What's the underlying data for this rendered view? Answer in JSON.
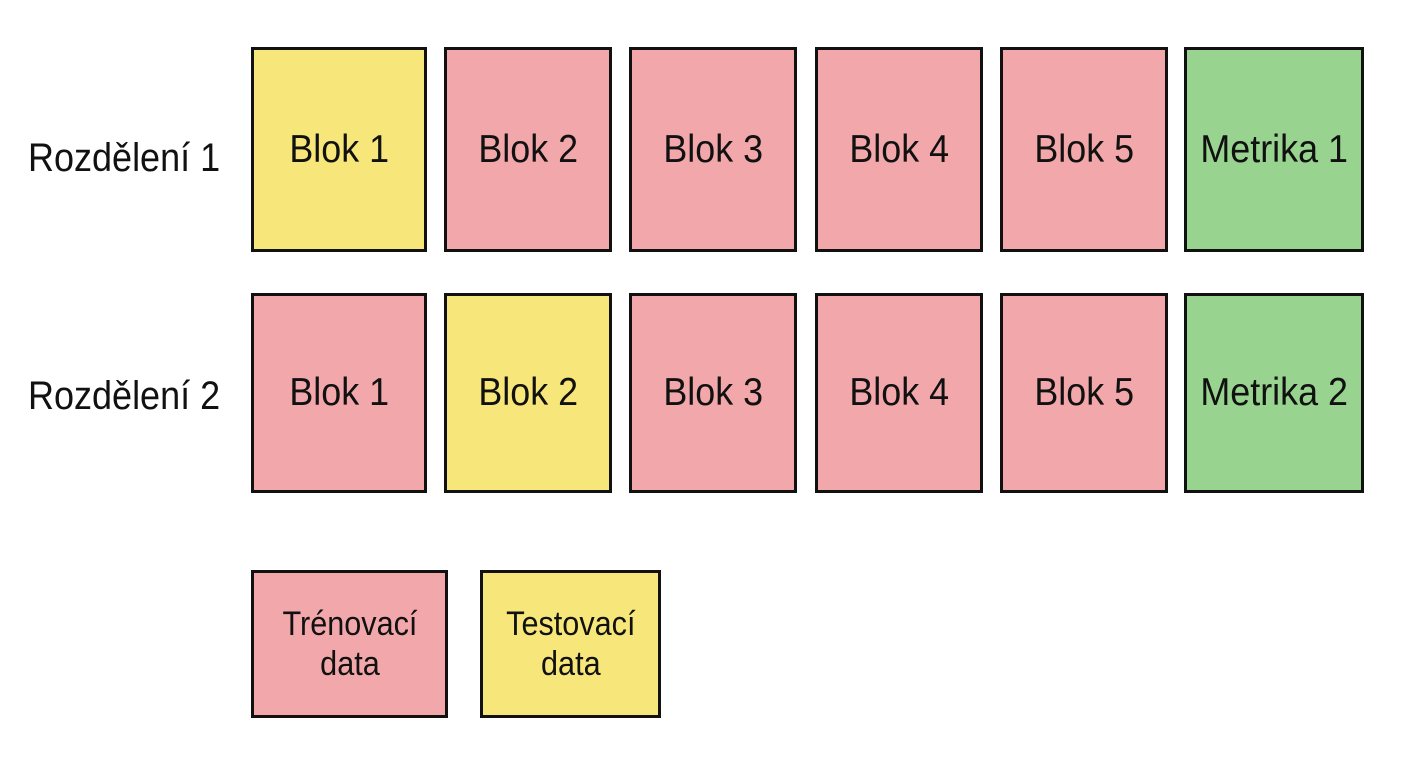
{
  "colors": {
    "training": "#f2a7ab",
    "testing": "#f7e77a",
    "metric": "#98d38f",
    "border": "#111111"
  },
  "splits": [
    {
      "label": "Rozdělení 1",
      "blocks": [
        {
          "label": "Blok 1",
          "role": "test"
        },
        {
          "label": "Blok 2",
          "role": "train"
        },
        {
          "label": "Blok 3",
          "role": "train"
        },
        {
          "label": "Blok 4",
          "role": "train"
        },
        {
          "label": "Blok 5",
          "role": "train"
        }
      ],
      "metric": "Metrika 1"
    },
    {
      "label": "Rozdělení 2",
      "blocks": [
        {
          "label": "Blok 1",
          "role": "train"
        },
        {
          "label": "Blok 2",
          "role": "test"
        },
        {
          "label": "Blok 3",
          "role": "train"
        },
        {
          "label": "Blok 4",
          "role": "train"
        },
        {
          "label": "Blok 5",
          "role": "train"
        }
      ],
      "metric": "Metrika 2"
    }
  ],
  "legend": {
    "training_line1": "Trénovací",
    "training_line2": "data",
    "testing_line1": "Testovací",
    "testing_line2": "data"
  }
}
